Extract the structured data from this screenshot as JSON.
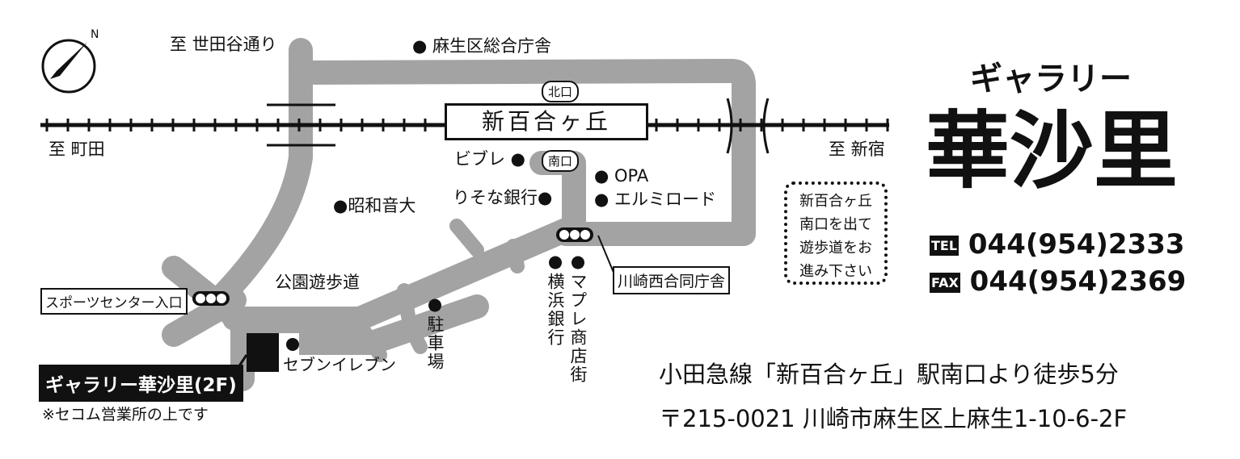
{
  "map": {
    "to_setagaya": "至 世田谷通り",
    "to_machida": "至 町田",
    "to_shinjuku": "至 新宿",
    "station": "新百合ヶ丘",
    "north_exit": "北口",
    "south_exit": "南口",
    "landmarks": {
      "asao_office": "● 麻生区総合庁舎",
      "vivre": "ビブレ ●",
      "opa": "● OPA",
      "elmiroad": "● エルミロード",
      "resona": "りそな銀行●",
      "showa": "●昭和音大",
      "kawasaki_office": "川崎西合同庁舎",
      "yokohama_bank": "●横浜銀行",
      "mapre": "●マプレ商店街",
      "park_walk": "公園遊歩道",
      "sports_center": "スポーツセンター入口",
      "parking": "●駐車場",
      "seven_eleven": "セブンイレブン",
      "gallery_label": "ギャラリー華沙里(2F)",
      "secom_note": "※セコム営業所の上です"
    },
    "directions_box": [
      "新百合ヶ丘",
      "南口を出て",
      "遊歩道をお",
      "進み下さい"
    ],
    "compass_letter": "N"
  },
  "info": {
    "subtitle": "ギャラリー",
    "name": "華沙里",
    "tel_label": "TEL",
    "tel": "044(954)2333",
    "fax_label": "FAX",
    "fax": "044(954)2369",
    "access": "小田急線「新百合ヶ丘」駅南口より徒歩5分",
    "address": "〒215-0021  川崎市麻生区上麻生1-10-6-2F"
  },
  "colors": {
    "road": "#a3a3a3",
    "ink": "#111111"
  }
}
